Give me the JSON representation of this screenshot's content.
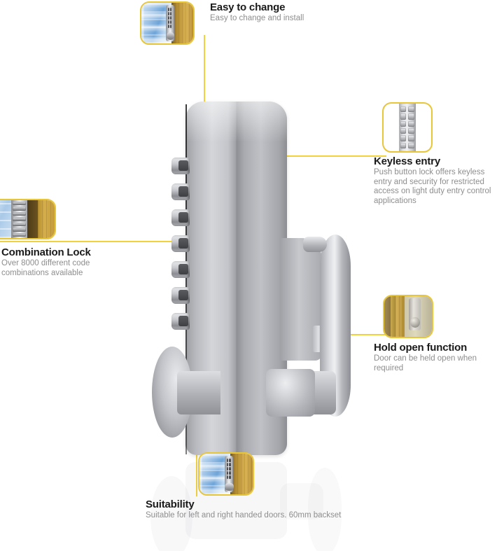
{
  "page": {
    "background": "#ffffff",
    "accent_color": "#f2d23c",
    "title_color": "#1a1a1a",
    "body_text_color": "#8e8e8e"
  },
  "product": {
    "name": "mechanical-push-button-door-lock",
    "finish": "satin-chrome"
  },
  "callouts": [
    {
      "id": "easy-to-change",
      "title": "Easy to change",
      "body": "Easy to change and install",
      "thumb": "door-with-keypad-lock"
    },
    {
      "id": "keyless-entry",
      "title": "Keyless entry",
      "body": "Push button lock offers keyless entry and security for restricted access on light duty entry control applications",
      "thumb": "keypad-closeup"
    },
    {
      "id": "combination-lock",
      "title": "Combination Lock",
      "body": "Over 8000 different code combinations available",
      "thumb": "combination-lock-closeup"
    },
    {
      "id": "hold-open-function",
      "title": "Hold open function",
      "body": "Door can be held open when required",
      "thumb": "door-lock-hold-open"
    },
    {
      "id": "suitability",
      "title": "Suitability",
      "body": "Suitable for left and right handed doors. 60mm backset",
      "thumb": "door-with-keypad-lock"
    }
  ]
}
